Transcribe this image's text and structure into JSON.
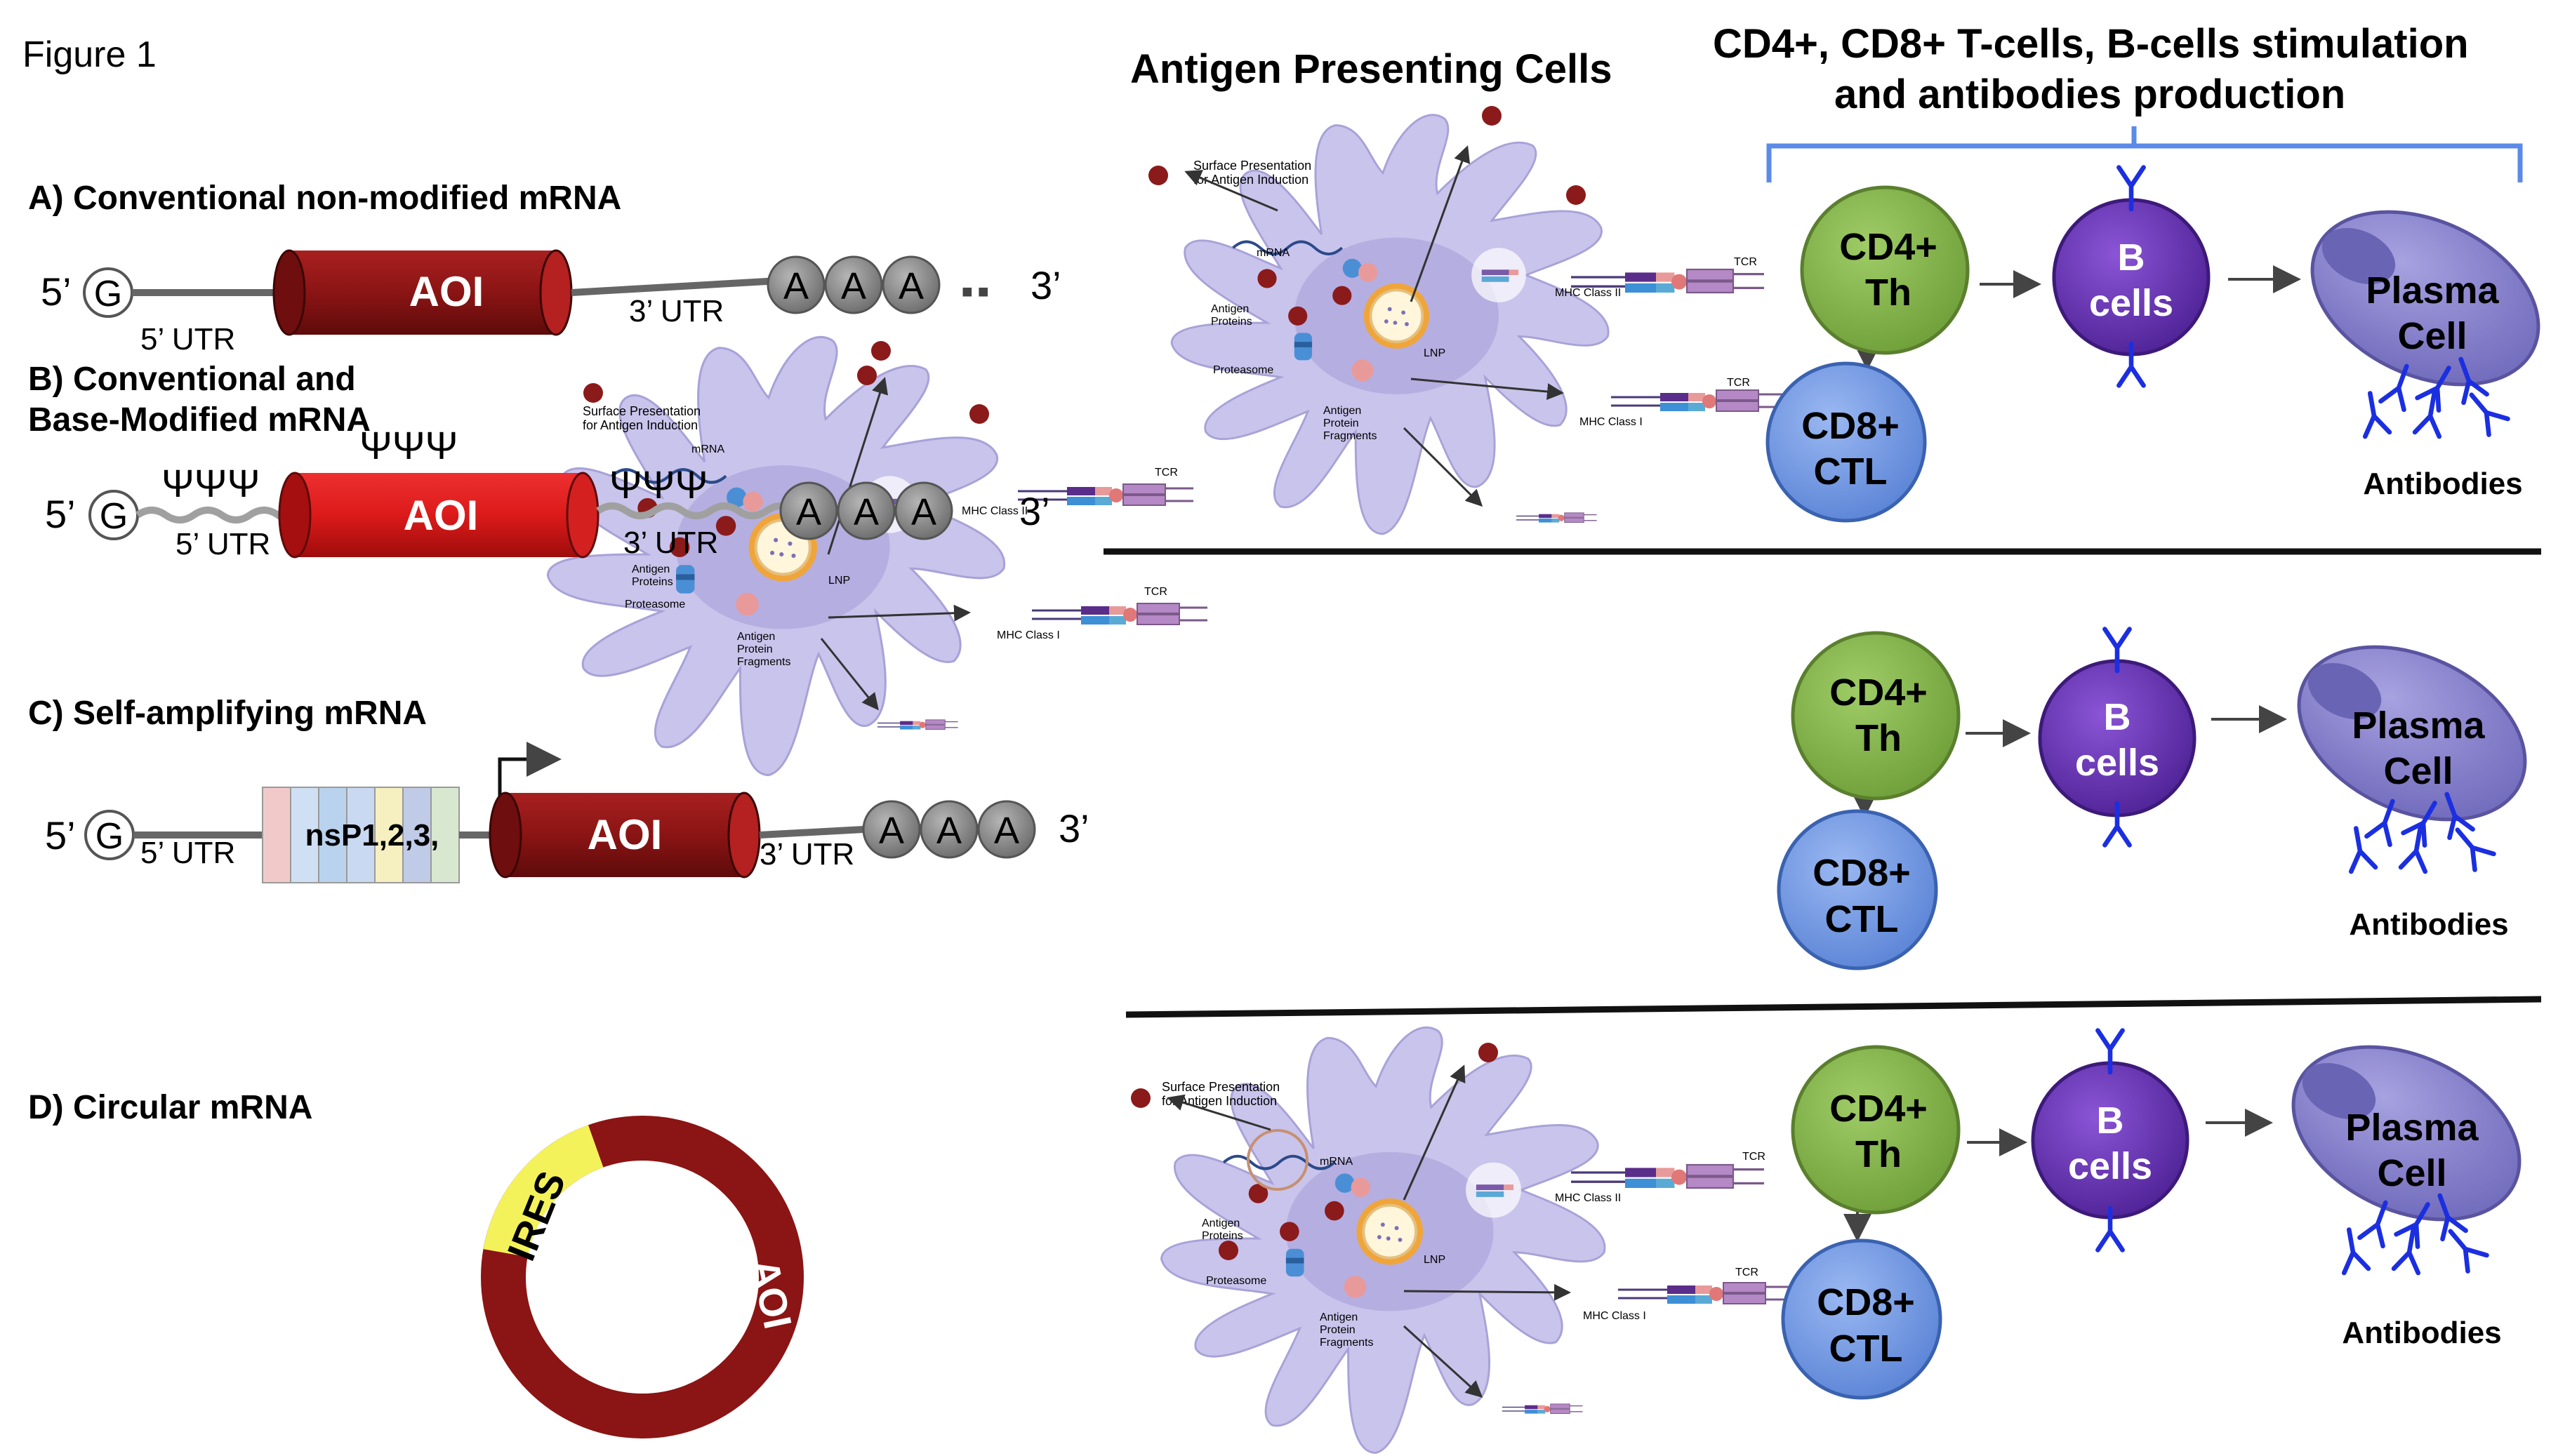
{
  "figure_label": "Figure 1",
  "headers": {
    "apc": "Antigen Presenting Cells",
    "stim_line1": "CD4+, CD8+ T-cells, B-cells stimulation",
    "stim_line2": "and antibodies production"
  },
  "panels": {
    "a": {
      "label": "A) Conventional non-modified mRNA",
      "five_prime": "5’",
      "cap": "G",
      "utr5": "5’ UTR",
      "aoi": "AOI",
      "utr3": "3’ UTR",
      "polyA": [
        "A",
        "A",
        "A"
      ],
      "dots": "■ ■",
      "three_prime": "3’"
    },
    "b": {
      "label_line1": "B) Conventional and",
      "label_line2": "Base-Modified mRNA",
      "psi_left": "ΨΨΨ",
      "psi_top": "ΨΨΨ",
      "psi_right": "ΨΨΨ",
      "five_prime": "5’",
      "cap": "G",
      "utr5": "5’ UTR",
      "aoi": "AOI",
      "utr3": "3’ UTR",
      "polyA": [
        "A",
        "A",
        "A"
      ],
      "three_prime": "3’"
    },
    "c": {
      "label": "C) Self-amplifying mRNA",
      "five_prime": "5’",
      "cap": "G",
      "utr5": "5’ UTR",
      "nsp": "nsP1,2,3,",
      "aoi": "AOI",
      "utr3": "3’ UTR",
      "polyA": [
        "A",
        "A",
        "A"
      ],
      "three_prime": "3’"
    },
    "d": {
      "label": "D) Circular mRNA",
      "ires": "IRES",
      "aoi": "AOI"
    }
  },
  "apc_labels": {
    "surface_l1": "Surface Presentation",
    "surface_l2": "for Antigen Induction",
    "mrna": "mRNA",
    "antigen_l1": "Antigen",
    "antigen_l2": "Proteins",
    "proteasome": "Proteasome",
    "lnp": "LNP",
    "frag_l1": "Antigen",
    "frag_l2": "Protein",
    "frag_l3": "Fragments",
    "mhc2": "MHC Class II",
    "mhc1": "MHC Class I",
    "tcr": "TCR"
  },
  "immune": {
    "cd4_l1": "CD4+",
    "cd4_l2": "Th",
    "cd8_l1": "CD8+",
    "cd8_l2": "CTL",
    "b_l1": "B",
    "b_l2": "cells",
    "plasma_l1": "Plasma",
    "plasma_l2": "Cell",
    "antibodies": "Antibodies"
  },
  "colors": {
    "aoi_dark": "#8b1414",
    "aoi_bright": "#dc1a1a",
    "apc_fill": "#c9c4ec",
    "cd4": "#85b84c",
    "cd8": "#6e97e3",
    "bcell": "#6a34b8",
    "plasma": "#8b85cf",
    "antibody": "#1b2fe0",
    "bracket": "#5b8ae8",
    "ires": "#f4f25a"
  }
}
